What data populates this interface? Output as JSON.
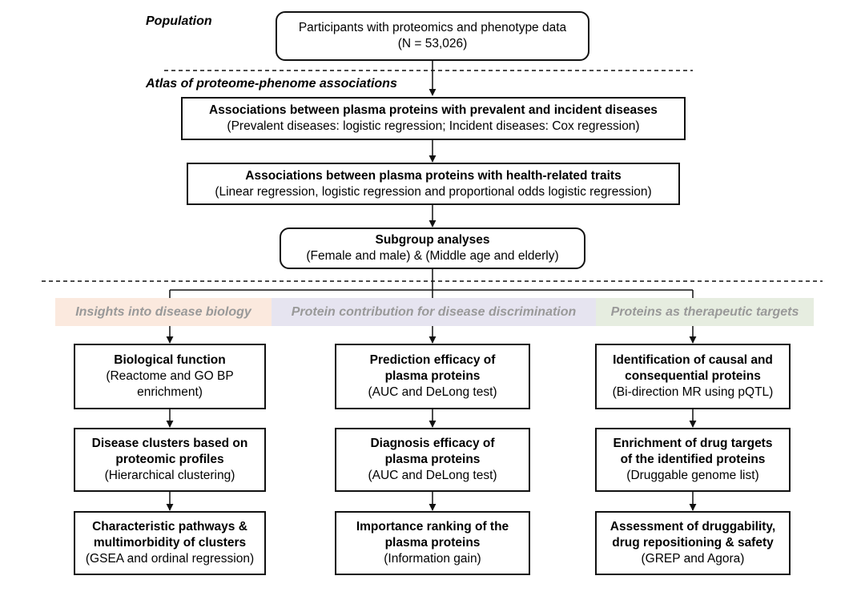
{
  "sections": {
    "population": "Population",
    "atlas": "Atlas of proteome-phenome associations"
  },
  "top_box": {
    "line1": "Participants with proteomics and phenotype data",
    "line2": "(N = 53,026)"
  },
  "assoc_disease": {
    "title": "Associations between plasma proteins with prevalent and incident diseases",
    "sub": "(Prevalent diseases: logistic regression; Incident diseases: Cox regression)"
  },
  "assoc_traits": {
    "title": "Associations between plasma proteins with health-related traits",
    "sub": "(Linear regression, logistic regression and proportional odds logistic regression)"
  },
  "subgroup": {
    "title": "Subgroup analyses",
    "sub": "(Female and male) & (Middle age and elderly)"
  },
  "columns": [
    {
      "header": "Insights into disease biology",
      "header_bg": "#fbe9de",
      "boxes": [
        {
          "title1": "Biological function",
          "title2": "",
          "sub1": "(Reactome and GO BP",
          "sub2": "enrichment)"
        },
        {
          "title1": "Disease clusters based on",
          "title2": "proteomic profiles",
          "sub1": "(Hierarchical clustering)",
          "sub2": ""
        },
        {
          "title1": "Characteristic pathways &",
          "title2": "multimorbidity of clusters",
          "sub1": "(GSEA and ordinal regression)",
          "sub2": ""
        }
      ]
    },
    {
      "header": "Protein contribution for disease discrimination",
      "header_bg": "#e6e4f0",
      "boxes": [
        {
          "title1": "Prediction efficacy of",
          "title2": "plasma proteins",
          "sub1": "(AUC and DeLong test)",
          "sub2": ""
        },
        {
          "title1": "Diagnosis efficacy of",
          "title2": "plasma proteins",
          "sub1": "(AUC and DeLong test)",
          "sub2": ""
        },
        {
          "title1": "Importance ranking of the",
          "title2": "plasma proteins",
          "sub1": "(Information gain)",
          "sub2": ""
        }
      ]
    },
    {
      "header": "Proteins as therapeutic targets",
      "header_bg": "#e6ede0",
      "boxes": [
        {
          "title1": "Identification of causal and",
          "title2": "consequential proteins",
          "sub1": "(Bi-direction MR using pQTL)",
          "sub2": ""
        },
        {
          "title1": "Enrichment of drug targets",
          "title2": "of the identified proteins",
          "sub1": "(Druggable genome list)",
          "sub2": ""
        },
        {
          "title1": "Assessment of druggability,",
          "title2": "drug repositioning & safety",
          "sub1": "(GREP and Agora)",
          "sub2": ""
        }
      ]
    }
  ]
}
